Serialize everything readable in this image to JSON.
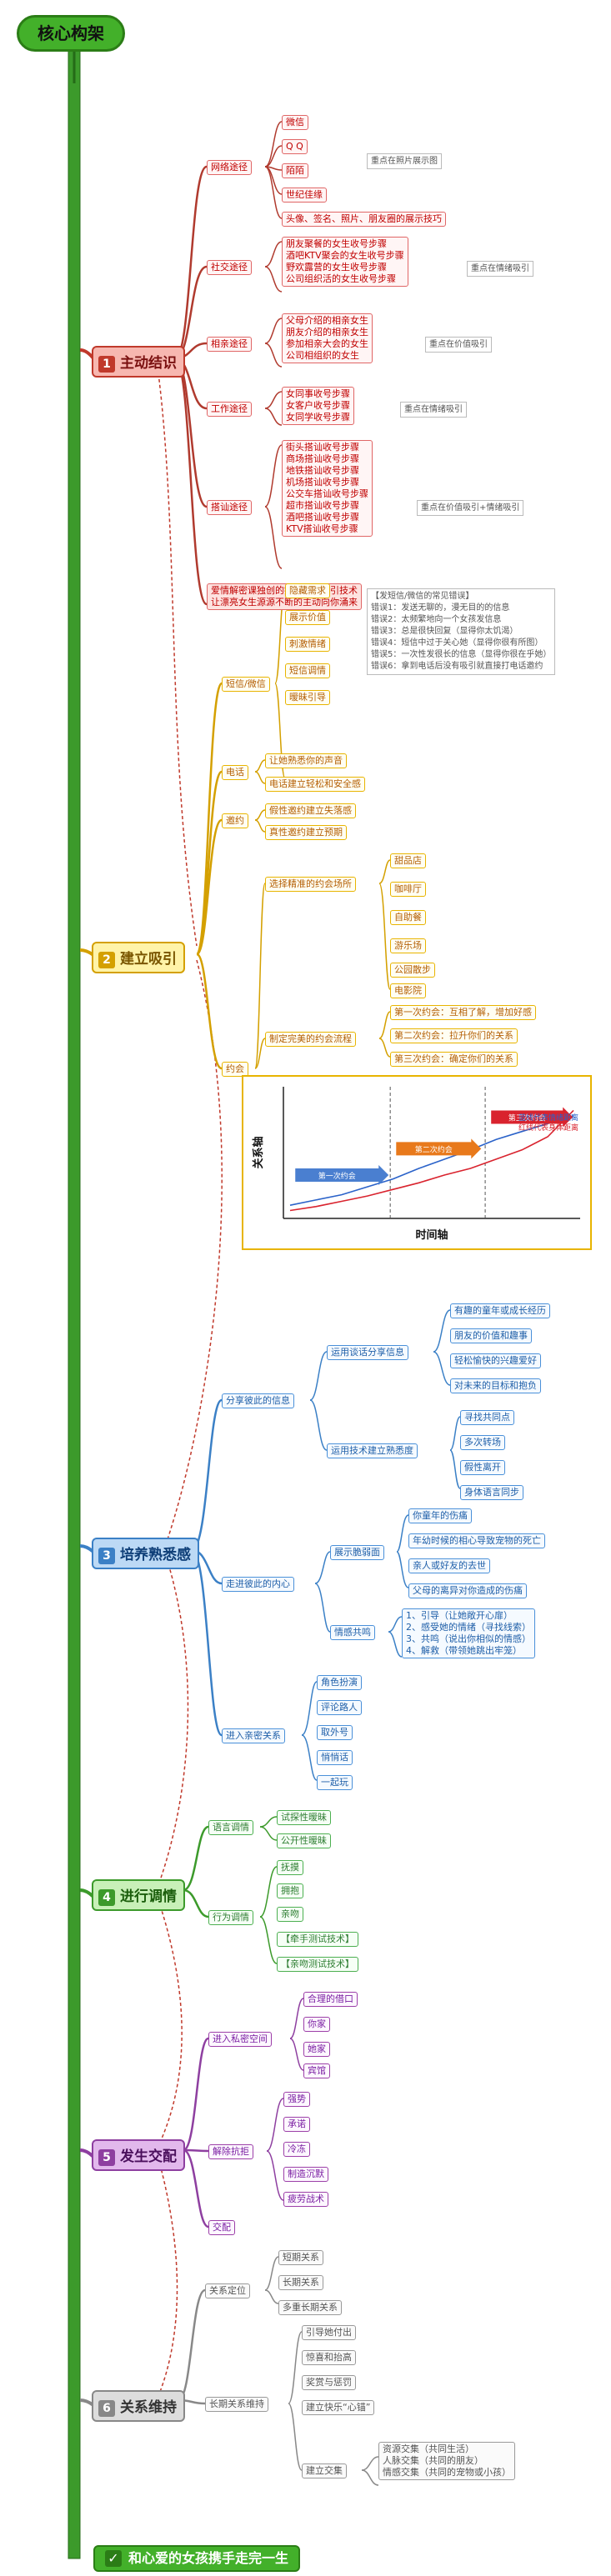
{
  "root": "核心构架",
  "final": "和心爱的女孩携手走完一生",
  "s1": {
    "num": "1",
    "title": "主动结识",
    "network": {
      "label": "网络途径",
      "items": [
        "微信",
        "Q Q",
        "陌陌",
        "世纪佳缘"
      ],
      "note": "重点在照片展示图",
      "extra": "头像、签名、照片、朋友圈的展示技巧"
    },
    "social": {
      "label": "社交途径",
      "items": [
        "朋友聚餐的女生收号步骤",
        "酒吧KTV聚会的女生收号步骤",
        "野欢露营的女生收号步骤",
        "公司组织活的女生收号步骤"
      ],
      "note": "重点在情绪吸引"
    },
    "relative": {
      "label": "相亲途径",
      "items": [
        "父母介绍的相亲女生",
        "朋友介绍的相亲女生",
        "参加相亲大会的女生",
        "公司相组织的女生"
      ],
      "note": "重点在价值吸引"
    },
    "work": {
      "label": "工作途径",
      "items": [
        "女同事收号步骤",
        "女客户收号步骤",
        "女同学收号步骤"
      ],
      "note": "重点在情绪吸引"
    },
    "street": {
      "label": "搭讪途径",
      "items": [
        "街头搭讪收号步骤",
        "商场搭讪收号步骤",
        "地铁搭讪收号步骤",
        "机场搭讪收号步骤",
        "公交车搭讪收号步骤",
        "超市搭讪收号步骤",
        "酒吧搭讪收号步骤",
        "KTV搭讪收号步骤"
      ],
      "note": "重点在价值吸引+情绪吸引"
    },
    "summary": [
      "爱情解密课独创的批量女生吸引技术",
      "让漂亮女生源源不断的主动向你涌来"
    ]
  },
  "s2": {
    "num": "2",
    "title": "建立吸引",
    "sms": {
      "label": "短信/微信",
      "items": [
        "隐藏需求",
        "展示价值",
        "刺激情绪",
        "短信调情",
        "暧昧引导"
      ]
    },
    "sms_note": [
      "【发短信/微信的常见错误】",
      "错误1：发送无聊的，漫无目的的信息",
      "错误2：太频繁地向一个女孩发信息",
      "错误3：总是很快回复（显得你太饥渴）",
      "错误4：短信中过于关心她（显得你很有所图）",
      "错误5：一次性发很长的信息（显得你很在乎她）",
      "错误6：拿到电话后没有吸引就直接打电话邀约"
    ],
    "call": {
      "label": "电话",
      "items": [
        "让她熟悉你的声音",
        "电话建立轻松和安全感"
      ]
    },
    "invite": {
      "label": "邀约",
      "items": [
        "假性邀约建立失落感",
        "真性邀约建立预期"
      ]
    },
    "date": {
      "label": "约会",
      "places_label": "选择精准的约会场所",
      "places": [
        "甜品店",
        "咖啡厅",
        "自助餐",
        "游乐场",
        "公园散步",
        "电影院"
      ],
      "flow_label": "制定完美的约会流程",
      "flow": [
        "第一次约会：互相了解，增加好感",
        "第二次约会：拉升你们的关系",
        "第三次约会：确定你们的关系"
      ]
    }
  },
  "chart_data": {
    "type": "line",
    "xlabel": "时间轴",
    "ylabel": "关系轴",
    "annotations": [
      "第一次约会",
      "第二次约会",
      "第三次约会"
    ],
    "legend": [
      "蓝线代表情绪距离",
      "红线代表身体距离"
    ],
    "series": [
      {
        "name": "蓝线代表情绪距离",
        "values": [
          10,
          14,
          18,
          24,
          30,
          38,
          45,
          52,
          60,
          66,
          72,
          78
        ]
      },
      {
        "name": "红线代表身体距离",
        "values": [
          6,
          9,
          13,
          17,
          22,
          27,
          33,
          38,
          45,
          52,
          62,
          82
        ]
      }
    ],
    "colors": {
      "blue": "#2a62c9",
      "red": "#d9232e",
      "arrow1": "#4a7fd0",
      "arrow2": "#e8791b",
      "arrow3": "#d9232e"
    }
  },
  "s3": {
    "num": "3",
    "title": "培养熟悉感",
    "share": {
      "label": "分享彼此的信息",
      "story_label": "运用谈话分享信息",
      "story": [
        "有趣的童年或成长经历",
        "朋友的价值和趣事",
        "轻松愉快的兴趣爱好",
        "对未来的目标和抱负"
      ],
      "tech_label": "运用技术建立熟悉度",
      "tech": [
        "寻找共同点",
        "多次转场",
        "假性离开",
        "身体语言同步"
      ]
    },
    "inner": {
      "label": "走进彼此的内心",
      "show_label": "展示脆弱面",
      "show": [
        "你童年的伤痛",
        "年幼时候的相心导致宠物的死亡",
        "亲人或好友的去世",
        "父母的离异对你造成的伤痛"
      ],
      "emo_label": "情感共鸣",
      "emo": [
        "1、引导（让她敞开心扉）",
        "2、感受她的情绪（寻找线索）",
        "3、共鸣（说出你相似的情感）",
        "4、解救（带领她跳出牢笼）"
      ]
    },
    "roles": {
      "label": "进入亲密关系",
      "items": [
        "角色扮演",
        "评论路人",
        "取外号",
        "悄悄话",
        "一起玩"
      ]
    }
  },
  "s4": {
    "num": "4",
    "title": "进行调情",
    "flirt": {
      "label": "语言调情",
      "items": [
        "试探性暧昧",
        "公开性暧昧"
      ]
    },
    "act": {
      "label": "行为调情",
      "items": [
        "抚摸",
        "拥抱",
        "亲吻",
        "【牵手测试技术】",
        "【亲吻测试技术】"
      ]
    }
  },
  "s5": {
    "num": "5",
    "title": "发生交配",
    "private": {
      "label": "进入私密空间",
      "items": [
        "合理的借口",
        "你家",
        "她家",
        "宾馆"
      ]
    },
    "resist": {
      "label": "解除抗拒",
      "items": [
        "强势",
        "承诺",
        "冷冻",
        "制造沉默",
        "疲劳战术"
      ]
    },
    "sex": "交配"
  },
  "s6": {
    "num": "6",
    "title": "关系维持",
    "pos": {
      "label": "关系定位",
      "items": [
        "短期关系",
        "长期关系",
        "多重长期关系"
      ]
    },
    "keep": {
      "label": "长期关系维持",
      "items": [
        "引导她付出",
        "惊喜和抬高",
        "奖赏与惩罚",
        "建立快乐“心锚”"
      ],
      "link_label": "建立交集",
      "links": [
        "资源交集（共同生活）",
        "人脉交集（共同的朋友）",
        "情感交集（共同的宠物或小孩）"
      ]
    }
  }
}
